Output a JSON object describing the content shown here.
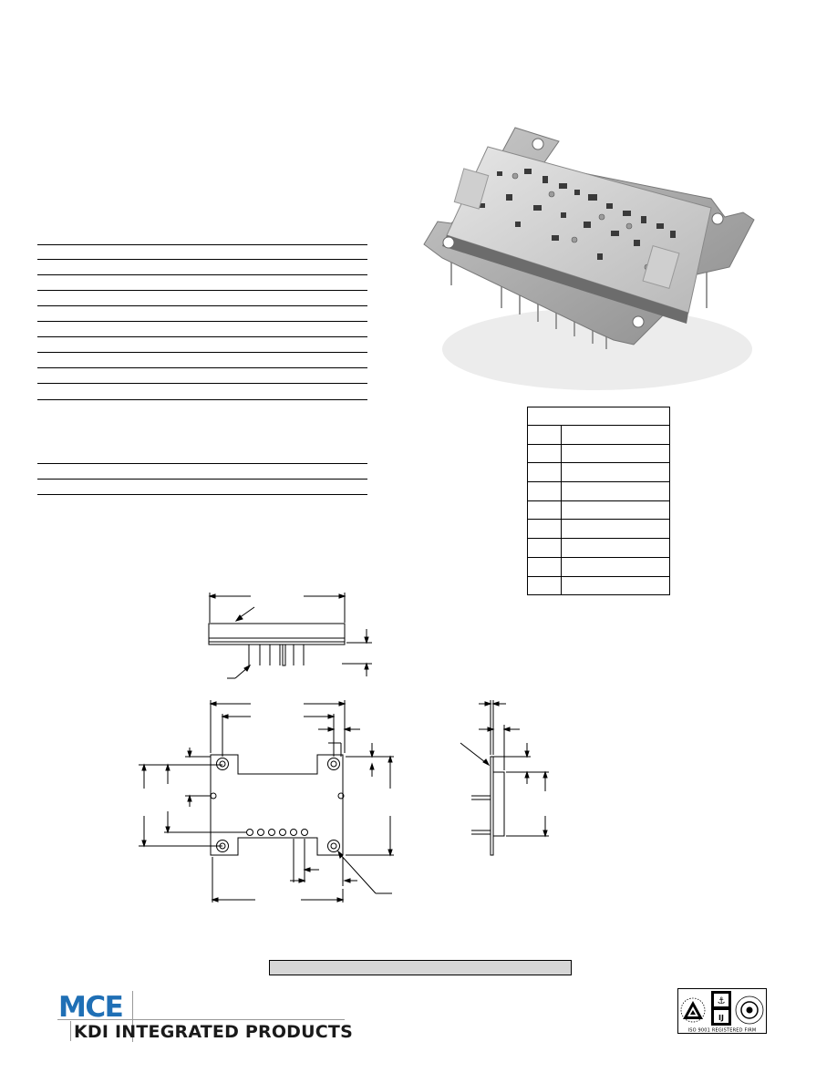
{
  "logo": {
    "brand": "MCE",
    "subtitle": "KDI INTEGRATED PRODUCTS",
    "brand_color": "#1f6fb5"
  },
  "certification": {
    "badge_text": "ISO 9001 REGISTERED",
    "badge_text_printed": "ISO 9001 REGISTERED FIRM"
  },
  "pin_table": {
    "rows": 9
  },
  "spec_rules": {
    "group1_count": 11,
    "group2_count": 3
  }
}
